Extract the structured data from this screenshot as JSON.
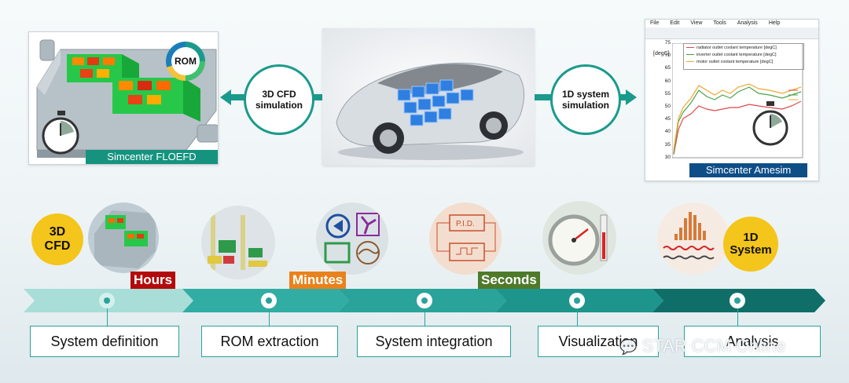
{
  "top_left": {
    "caption": "Simcenter FLOEFD",
    "rom_label": "ROM"
  },
  "top_right": {
    "caption": "Simcenter Amesim",
    "menu": [
      "File",
      "Edit",
      "View",
      "Tools",
      "Analysis",
      "Help"
    ],
    "y_unit": "[degC]",
    "legend": [
      "radiator outlet coolant temperature [degC]",
      "inverter outlet coolant temperature [degC]",
      "motor outlet coolant temperature [degC]"
    ],
    "y_ticks": [
      "75",
      "70",
      "65",
      "60",
      "55",
      "50",
      "45",
      "40",
      "35",
      "30"
    ]
  },
  "bubbles": {
    "left": "3D CFD simulation",
    "right": "1D system simulation"
  },
  "badges": {
    "cfd": "3D CFD",
    "system": "1D System"
  },
  "timeline": {
    "hours": "Hours",
    "minutes": "Minutes",
    "seconds": "Seconds",
    "steps": [
      "System definition",
      "ROM extraction",
      "System integration",
      "Visualization",
      "Analysis"
    ]
  },
  "watermark": "STAR CCM Online",
  "colors": {
    "teal": "#1a9a8c",
    "dark_teal": "#0e6f69",
    "hours": "#b30b0b",
    "minutes": "#e9821c",
    "seconds": "#4f7a2a"
  }
}
